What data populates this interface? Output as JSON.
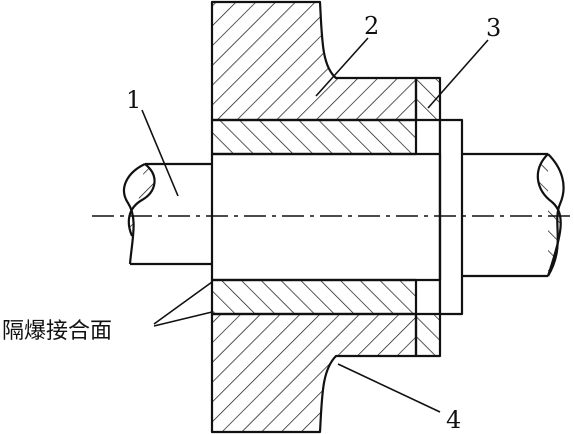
{
  "labels": {
    "part_1": "1",
    "part_2": "2",
    "part_3": "3",
    "part_4": "4",
    "joint_surface": "隔爆接合面"
  },
  "colors": {
    "ink": "#111111",
    "background": "#ffffff"
  }
}
